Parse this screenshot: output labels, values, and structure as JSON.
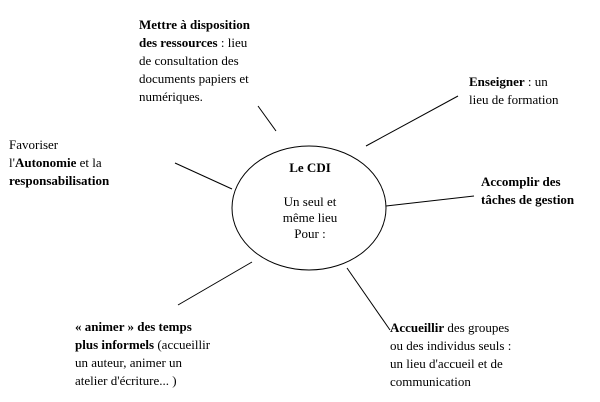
{
  "center": {
    "title": "Le CDI",
    "line1": "Un seul et",
    "line2": "même lieu",
    "line3": "Pour :"
  },
  "nodes": {
    "ressources": {
      "bold1": "Mettre à disposition",
      "bold2": "des ressources",
      "rest2": " : lieu",
      "line3": "de consultation des",
      "line4": "documents papiers et",
      "line5": "numériques."
    },
    "enseigner": {
      "bold1": "Enseigner",
      "rest1": " : un",
      "line2": "lieu de formation"
    },
    "autonomie": {
      "line1": "Favoriser",
      "pre2": "l'",
      "bold2": "Autonomie",
      "rest2": " et la",
      "bold3": "responsabilisation"
    },
    "gestion": {
      "bold1": "Accomplir des",
      "bold2": "tâches de gestion"
    },
    "animer": {
      "bold1": "« animer » des temps",
      "bold2": "plus informels",
      "rest2": " (accueillir",
      "line3": "un auteur, animer un",
      "line4": "atelier d'écriture... )"
    },
    "accueillir": {
      "bold1": "Accueillir",
      "rest1": " des groupes",
      "line2": "ou des individus seuls :",
      "line3": "un lieu d'accueil et de",
      "line4": "communication"
    }
  },
  "colors": {
    "stroke": "#000000",
    "background": "#ffffff"
  }
}
